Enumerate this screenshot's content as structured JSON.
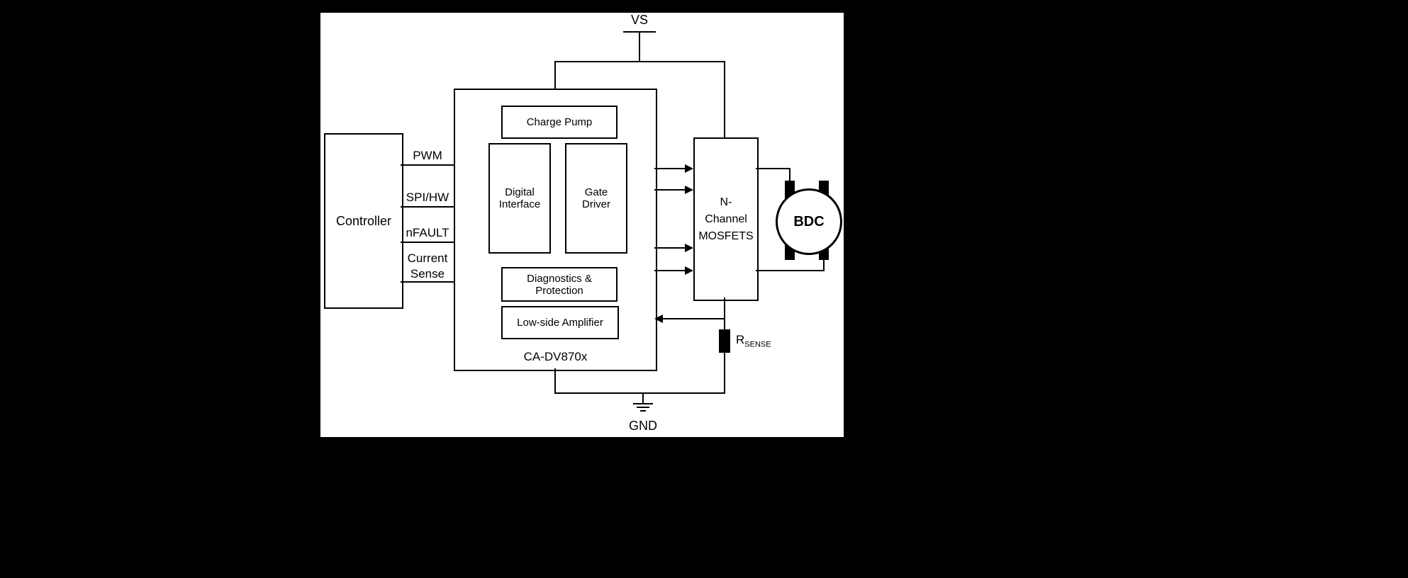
{
  "colors": {
    "page_bg": "#000000",
    "canvas_bg": "#ffffff",
    "line": "#000000"
  },
  "power": {
    "vs": "VS",
    "gnd": "GND"
  },
  "controller": {
    "label": "Controller"
  },
  "signals": [
    "PWM",
    "SPI/HW",
    "nFAULT",
    "Current\nSense"
  ],
  "chip": {
    "name": "CA-DV870x",
    "blocks": {
      "charge_pump": "Charge Pump",
      "digital_interface": "Digital\nInterface",
      "gate_driver": "Gate\nDriver",
      "diagnostics": "Diagnostics &\nProtection",
      "low_side_amplifier": "Low-side Amplifier"
    }
  },
  "mosfets": {
    "label": "N-\nChannel\nMOSFETS"
  },
  "motor": {
    "label": "BDC"
  },
  "rsense": {
    "base": "R",
    "sub": "SENSE"
  }
}
